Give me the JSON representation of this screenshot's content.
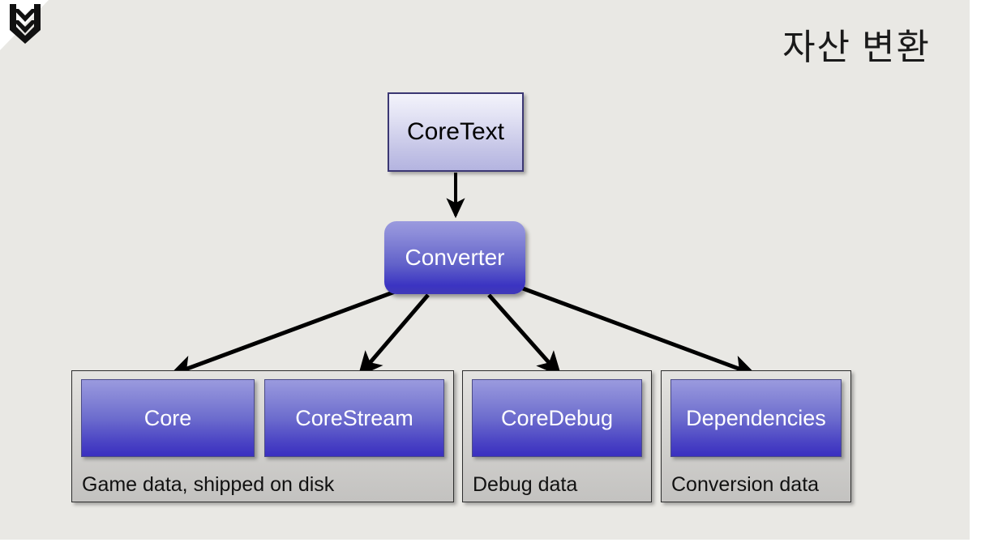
{
  "slide": {
    "title": "자산 변환",
    "logo_icon": "chevron-shield-logo",
    "background_color": "#e9e8e4"
  },
  "diagram": {
    "type": "flowchart",
    "nodes": [
      {
        "id": "coretext",
        "label": "CoreText",
        "shape": "rectangle",
        "fill": "#c3c3e6",
        "text_color": "#000000"
      },
      {
        "id": "converter",
        "label": "Converter",
        "shape": "rounded-rectangle",
        "fill": "#5a52c8",
        "text_color": "#ffffff"
      }
    ],
    "groups": [
      {
        "id": "game-data",
        "caption": "Game data, shipped on disk",
        "items": [
          {
            "id": "core",
            "label": "Core"
          },
          {
            "id": "corestream",
            "label": "CoreStream"
          }
        ]
      },
      {
        "id": "debug-data",
        "caption": "Debug data",
        "items": [
          {
            "id": "coredebug",
            "label": "CoreDebug"
          }
        ]
      },
      {
        "id": "conversion-data",
        "caption": "Conversion data",
        "items": [
          {
            "id": "dependencies",
            "label": "Dependencies"
          }
        ]
      }
    ],
    "edges": [
      {
        "from": "coretext",
        "to": "converter"
      },
      {
        "from": "converter",
        "to": "core"
      },
      {
        "from": "converter",
        "to": "corestream"
      },
      {
        "from": "converter",
        "to": "coredebug"
      },
      {
        "from": "converter",
        "to": "dependencies"
      }
    ]
  }
}
